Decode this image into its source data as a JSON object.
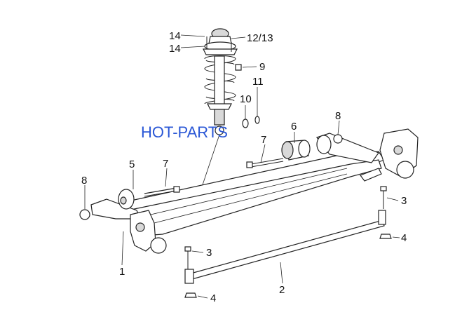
{
  "watermark": "HOT-PARTS",
  "callouts": {
    "c1": "1",
    "c2": "2",
    "c3_right": "3",
    "c3_left": "3",
    "c4_right": "4",
    "c4_left": "4",
    "c5": "5",
    "c6": "6",
    "c7_left": "7",
    "c7_center": "7",
    "c8_left": "8",
    "c8_right": "8",
    "c9": "9",
    "c10": "10",
    "c11": "11",
    "c12_13": "12/13",
    "c14_upper": "14",
    "c14_lower": "14"
  }
}
